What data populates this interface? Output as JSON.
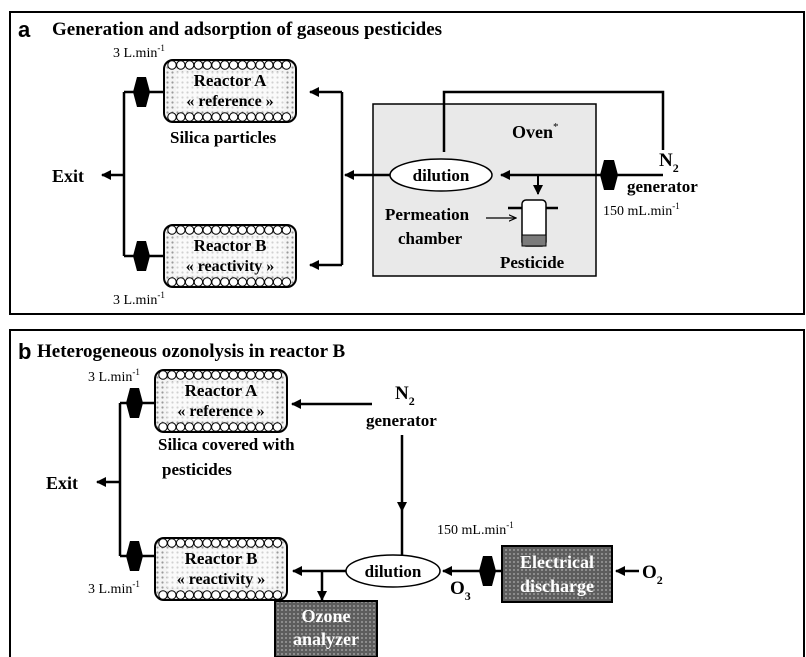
{
  "panel_a": {
    "letter": "a",
    "title": "Generation and adsorption of gaseous pesticides",
    "flow_top": "3 L.min",
    "flow_top_sup": "-1",
    "flow_bottom": "3 L.min",
    "flow_bottom_sup": "-1",
    "reactor_a_line1": "Reactor A",
    "reactor_a_line2": "« reference »",
    "silica": "Silica particles",
    "reactor_b_line1": "Reactor B",
    "reactor_b_line2": "« reactivity »",
    "exit": "Exit",
    "oven": "Oven",
    "oven_sup": "*",
    "dilution": "dilution",
    "permeation_line1": "Permeation",
    "permeation_line2": "chamber",
    "pesticide": "Pesticide",
    "n2": "N",
    "n2_sub": "2",
    "generator": "generator",
    "n2_flow": "150 mL.min",
    "n2_flow_sup": "-1"
  },
  "panel_b": {
    "letter": "b",
    "title": "Heterogeneous ozonolysis in reactor B",
    "flow_top": "3 L.min",
    "flow_top_sup": "-1",
    "flow_bottom": "3 L.min",
    "flow_bottom_sup": "-1",
    "reactor_a_line1": "Reactor A",
    "reactor_a_line2": "« reference »",
    "silica_line1": "Silica covered with",
    "silica_line2": "pesticides",
    "reactor_b_line1": "Reactor B",
    "reactor_b_line2": "« reactivity »",
    "exit": "Exit",
    "n2": "N",
    "n2_sub": "2",
    "generator": "generator",
    "dilution": "dilution",
    "o3": "O",
    "o3_sub": "3",
    "o2": "O",
    "o2_sub": "2",
    "o3_flow": "150 mL.min",
    "o3_flow_sup": "-1",
    "discharge_line1": "Electrical",
    "discharge_line2": "discharge",
    "ozone_line1": "Ozone",
    "ozone_line2": "analyzer"
  }
}
